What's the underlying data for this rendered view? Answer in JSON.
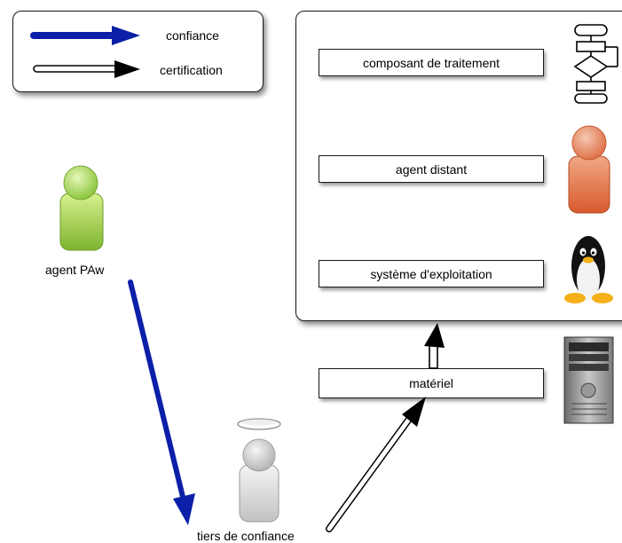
{
  "legend": {
    "trust_label": "confiance",
    "certification_label": "certification",
    "colors": {
      "trust": "#0b1fa8",
      "certification": "#000000"
    }
  },
  "platform": {
    "processing_label": "composant de traitement",
    "remote_agent_label": "agent distant",
    "os_label": "système d'exploitation",
    "icons": [
      "flowchart-icon",
      "person-icon",
      "penguin-icon"
    ]
  },
  "hardware": {
    "label": "matériel",
    "icon": "server-tower-icon"
  },
  "actors": {
    "paw_agent_label": "agent PAw",
    "paw_agent_color": "#8cc63f",
    "remote_agent_color": "#e0714a",
    "trusted_third_party_label": "tiers de confiance",
    "trusted_third_party_color": "#bdbdbd"
  }
}
